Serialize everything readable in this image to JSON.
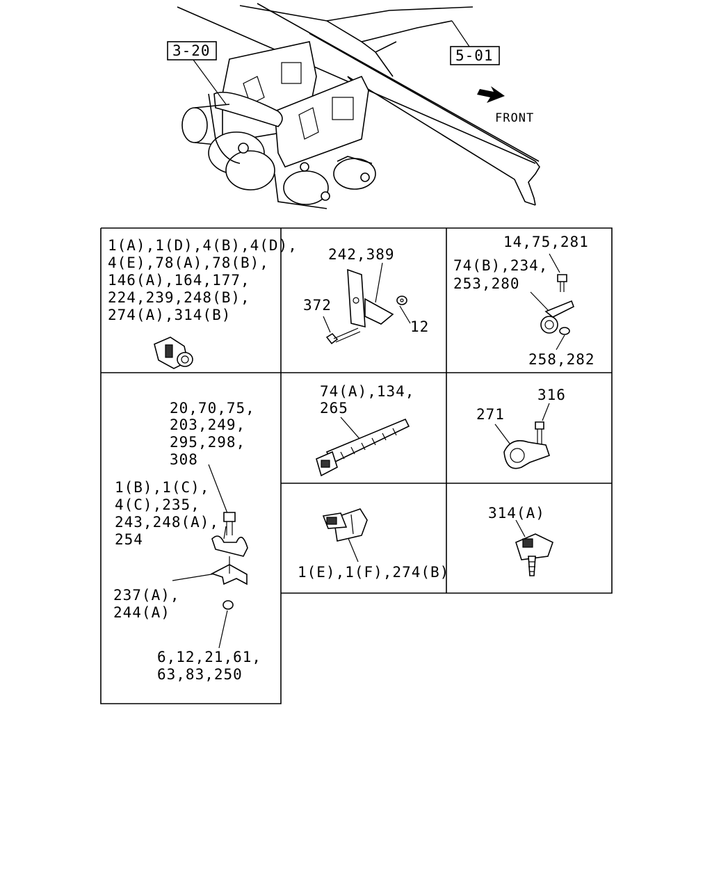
{
  "overview": {
    "ref_left": "3-20",
    "ref_right": "5-01",
    "front_label": "FRONT"
  },
  "cells": {
    "clip_group": {
      "line1": "1(A),1(D),4(B),4(D),",
      "line2": "4(E),78(A),78(B),",
      "line3": "146(A),164,177,",
      "line4": "224,239,248(B),",
      "line5": "274(A),314(B)"
    },
    "bracket": {
      "label_top": "242,389",
      "label_bolt": "372",
      "label_nut": "12"
    },
    "clamp_stay": {
      "label_bolt": "14,75,281",
      "label_stay1": "74(B),234,",
      "label_stay2": "253,280",
      "label_nut": "258,282"
    },
    "tie_strap": {
      "line1": "74(A),134,",
      "line2": "265"
    },
    "p_clip": {
      "label_bolt": "316",
      "label_clip": "271"
    },
    "clamp_assembly": {
      "bolt1": "20,70,75,",
      "bolt2": "203,249,",
      "bolt3": "295,298,",
      "bolt4": "308",
      "clamp1": "1(B),1(C),",
      "clamp2": "4(C),235,",
      "clamp3": "243,248(A),",
      "clamp4": "254",
      "bracket1": "237(A),",
      "bracket2": "244(A)",
      "nut1": "6,12,21,61,",
      "nut2": "63,83,250"
    },
    "clip_e": {
      "label": "1(E),1(F),274(B)"
    },
    "clip_314a": {
      "label": "314(A)"
    }
  }
}
